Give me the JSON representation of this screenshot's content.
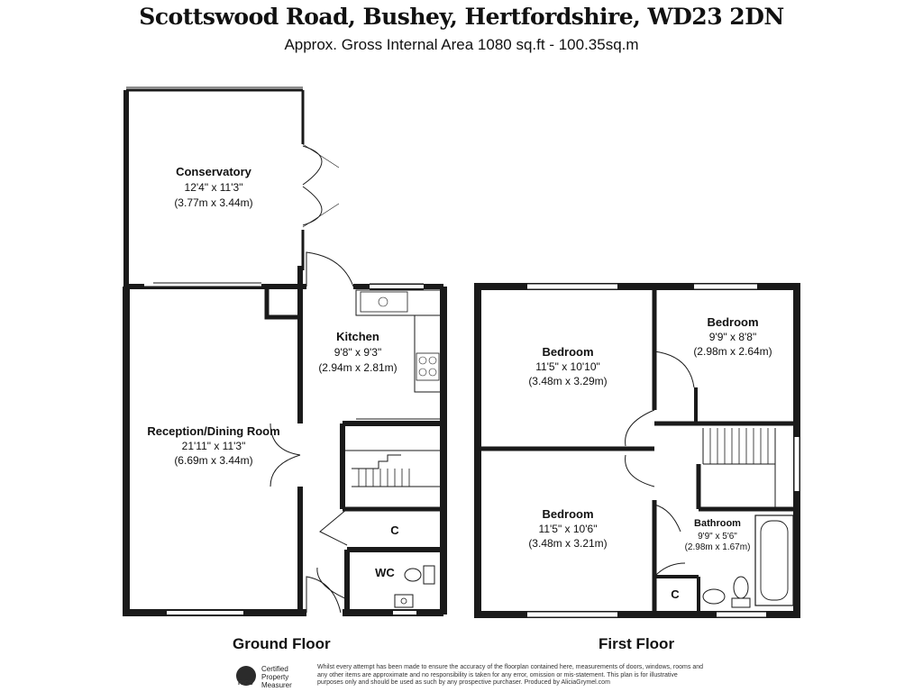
{
  "header": {
    "title": "Scottswood Road, Bushey, Hertfordshire, WD23 2DN",
    "subtitle": "Approx. Gross Internal Area   1080 sq.ft - 100.35sq.m"
  },
  "rooms": {
    "conservatory": {
      "name": "Conservatory",
      "imperial": "12'4\" x 11'3\"",
      "metric": "(3.77m x 3.44m)"
    },
    "reception": {
      "name": "Reception/Dining Room",
      "imperial": "21'11\" x 11'3\"",
      "metric": "(6.69m x 3.44m)"
    },
    "kitchen": {
      "name": "Kitchen",
      "imperial": "9'8\" x 9'3\"",
      "metric": "(2.94m x 2.81m)"
    },
    "cupboard_ground": {
      "name": "C"
    },
    "wc": {
      "name": "WC"
    },
    "bedroom1": {
      "name": "Bedroom",
      "imperial": "11'5\" x 10'10\"",
      "metric": "(3.48m x 3.29m)"
    },
    "bedroom2": {
      "name": "Bedroom",
      "imperial": "9'9\" x 8'8\"",
      "metric": "(2.98m x 2.64m)"
    },
    "bedroom3": {
      "name": "Bedroom",
      "imperial": "11'5\" x 10'6\"",
      "metric": "(3.48m x 3.21m)"
    },
    "bathroom": {
      "name": "Bathroom",
      "imperial": "9'9\" x 5'6\"",
      "metric": "(2.98m x 1.67m)"
    },
    "cupboard_first": {
      "name": "C"
    }
  },
  "floors": {
    "ground": "Ground Floor",
    "first": "First Floor"
  },
  "footer": {
    "badge_org": "RICS",
    "badge_line1": "Certified",
    "badge_line2": "Property",
    "badge_line3": "Measurer",
    "disclaimer": "Whilst every attempt has been made to ensure the accuracy of the floorplan contained here, measurements of doors, windows, rooms and any other items are approximate and no responsibility is taken for any error, omission or mis-statement. This plan is for illustrative purposes only and should be used as such by any prospective purchaser. Produced by AliciaGrymel.com"
  }
}
